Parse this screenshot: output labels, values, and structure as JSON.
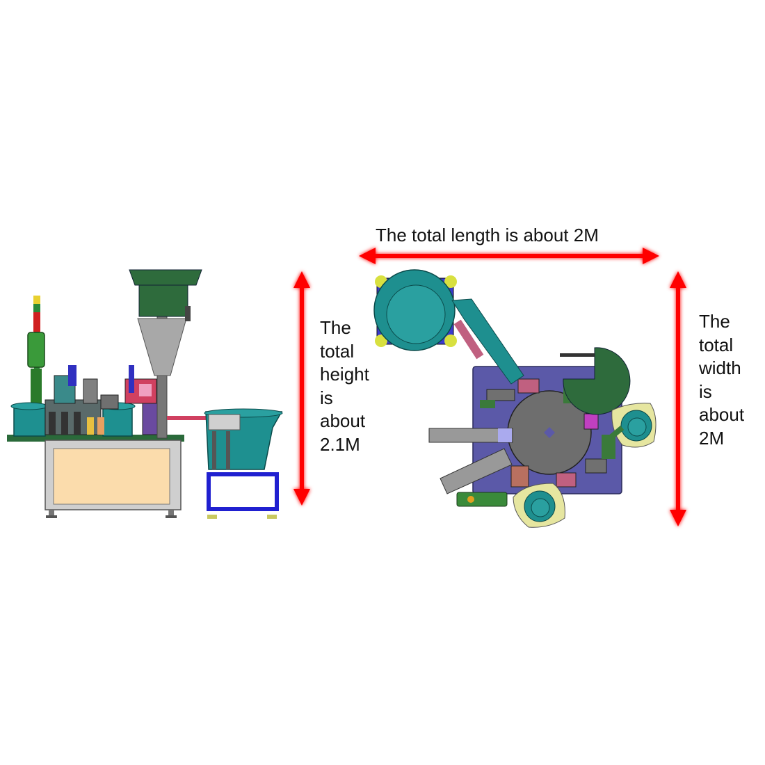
{
  "annotations": {
    "length": "The total length is about 2M",
    "height": [
      "The",
      "total",
      "height",
      "is",
      "about",
      "2.1M"
    ],
    "width": [
      "The",
      "total",
      "width",
      "is",
      "about",
      "2M"
    ]
  },
  "colors": {
    "dimension_arrow": "#ff0000",
    "frame": "#c8c8c8",
    "panel": "#fbdcac",
    "bowl_green": "#2e6b3c",
    "bowl_teal": "#1e8f8f",
    "base_blue": "#5b59a8",
    "stand_blue": "#2020d0",
    "rotary_gray": "#6e6e6e",
    "tray_yellow": "#e6e6a0"
  },
  "icons": [
    "side-view-machine",
    "top-view-machine",
    "double-arrow"
  ]
}
